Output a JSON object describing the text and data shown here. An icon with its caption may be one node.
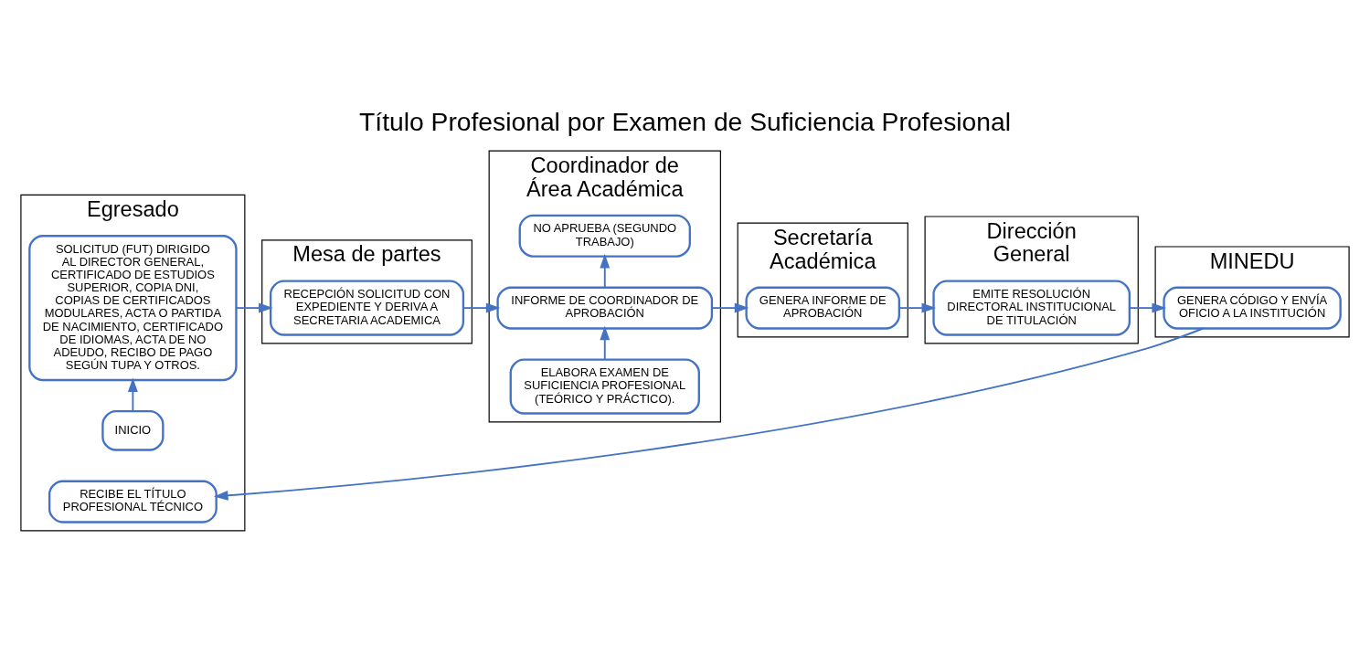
{
  "diagram": {
    "title": "Título Profesional por Examen de Suficiencia Profesional",
    "nodes": [
      {
        "text": [
          "Egresado"
        ]
      },
      {
        "text": [
          "Mesa de partes"
        ]
      },
      {
        "text": [
          "Coordinador de Área Académica"
        ]
      },
      {
        "text": [
          "Secretaría Académica"
        ]
      },
      {
        "text": [
          "Dirección General"
        ]
      },
      {
        "text": [
          "MINEDU"
        ]
      },
      {
        "text": [
          "INICIO"
        ],
        "in": 0
      },
      {
        "text": [
          "SOLICITUD (FUT) DIRIGIDO AL DIRECTOR GENERAL, CERTIFICADO DE ESTUDIOS SUPERIOR, COPIA DNI, COPIAS DE CERTIFICADOS MODULARES, ACTA O PARTIDA DE NACIMIENTO, CERTIFICADO DE IDIOMAS, ACTA DE NO ADEUDO, RECIBO DE PAGO SEGÚN TUPA Y OTROS."
        ],
        "in": 0
      },
      {
        "text": [
          "RECIBE EL TÍTULO PROFESIONAL TÉCNICO"
        ],
        "in": 0
      },
      {
        "text": [
          "RECEPCIÓN SOLICITUD CON EXPEDIENTE Y DERIVA A SECRETARIA ACADEMICA"
        ],
        "in": 1
      },
      {
        "text": [
          "ELABORA EXAMEN DE SUFICIENCIA PROFESIONAL (TEÓRICO Y PRÁCTICO)."
        ],
        "in": 2
      },
      {
        "text": [
          "INFORME DE COORDINADOR DE APROBACIÓN"
        ],
        "in": 2
      },
      {
        "text": [
          "NO APRUEBA (SEGUNDO TRABAJO)"
        ],
        "in": 2
      },
      {
        "text": [
          "GENERA INFORME DE APROBACIÓN"
        ],
        "in": 3
      },
      {
        "text": [
          "EMITE RESOLUCIÓN DIRECTORAL INSTITUCIONAL DE TITULACIÓN"
        ],
        "in": 4
      },
      {
        "text": [
          "GENERA CÓDIGO Y ENVÍA OFICIO A LA INSTITUCIÓN"
        ],
        "in": 5
      }
    ],
    "edges": [
      {
        "from": 6,
        "to": 7,
        "arrow": "to"
      },
      {
        "from": 7,
        "to": 9,
        "arrow": "to"
      },
      {
        "from": 9,
        "to": 11,
        "arrow": "to"
      },
      {
        "from": 10,
        "to": 11,
        "arrow": "to"
      },
      {
        "from": 11,
        "to": 12,
        "arrow": "to"
      },
      {
        "from": 11,
        "to": 13,
        "arrow": "to"
      },
      {
        "from": 13,
        "to": 14,
        "arrow": "to"
      },
      {
        "from": 14,
        "to": 15,
        "arrow": "to"
      },
      {
        "from": 15,
        "to": 8,
        "arrow": "to"
      }
    ]
  }
}
